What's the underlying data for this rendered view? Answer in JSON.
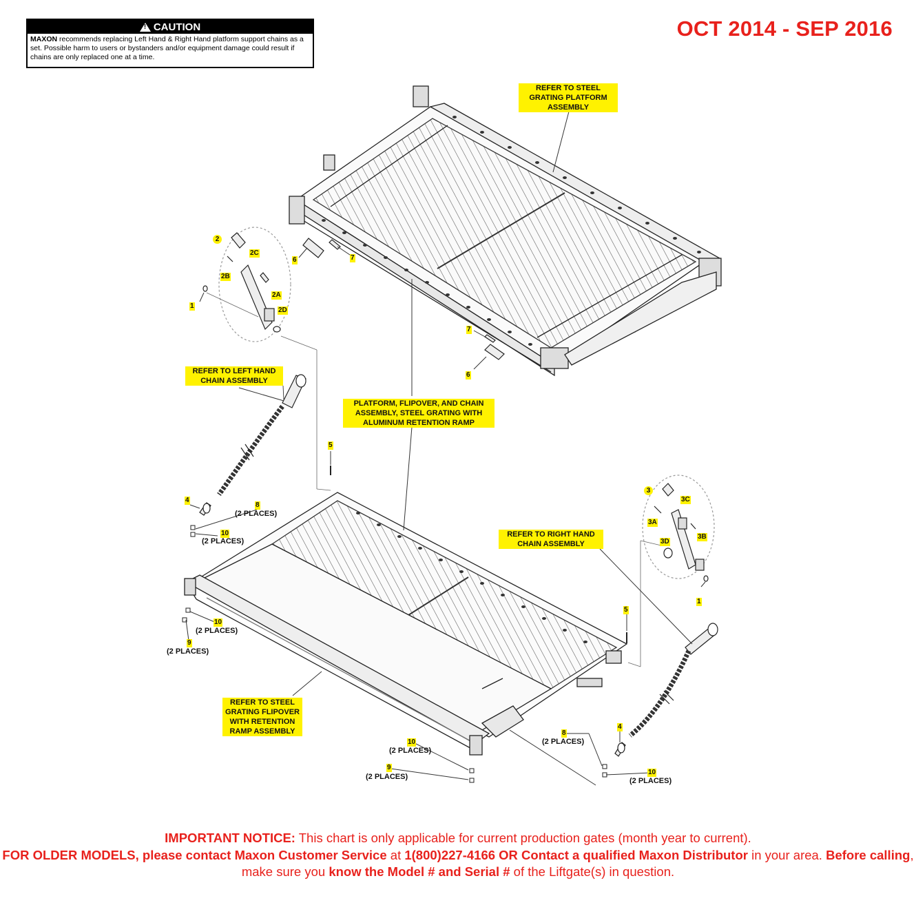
{
  "caution": {
    "title": "CAUTION",
    "brand": "MAXON",
    "text": " recommends replacing Left Hand & Right Hand platform support chains as a set. Possible harm to users or bystanders and/or equipment damage could result if chains are only replaced one at a time."
  },
  "date_range": "OCT 2014 - SEP 2016",
  "labels": {
    "refer_steel_grating_platform": "REFER TO STEEL GRATING PLATFORM ASSEMBLY",
    "refer_left_chain": "REFER TO LEFT HAND CHAIN ASSEMBLY",
    "platform_flipover_chain": "PLATFORM, FLIPOVER, AND CHAIN ASSEMBLY, STEEL GRATING WITH ALUMINUM RETENTION RAMP",
    "refer_right_chain": "REFER TO RIGHT HAND CHAIN ASSEMBLY",
    "refer_flipover": "REFER TO STEEL GRATING FLIPOVER WITH RETENTION RAMP ASSEMBLY"
  },
  "callouts": {
    "c1": "1",
    "c2": "2",
    "c2a": "2A",
    "c2b": "2B",
    "c2c": "2C",
    "c2d": "2D",
    "c3": "3",
    "c3a": "3A",
    "c3b": "3B",
    "c3c": "3C",
    "c3d": "3D",
    "c4": "4",
    "c5": "5",
    "c6": "6",
    "c7": "7",
    "c8": "8",
    "c9": "9",
    "c10": "10",
    "two_places": "(2 PLACES)"
  },
  "notice": {
    "important": "IMPORTANT NOTICE:",
    "line1_rest": " This chart is only applicable for current production gates (month year to current).",
    "older": "FOR OLDER MODELS, please contact Maxon Customer Service",
    "at": " at ",
    "phone": "1(800)227-4166 OR Contact a qualified Maxon Distributor",
    "in_area": " in your area. ",
    "before": "Before calling",
    "make_sure": ", make sure you ",
    "know": "know the Model # and Serial #",
    "tail": " of the Liftgate(s) in question."
  }
}
